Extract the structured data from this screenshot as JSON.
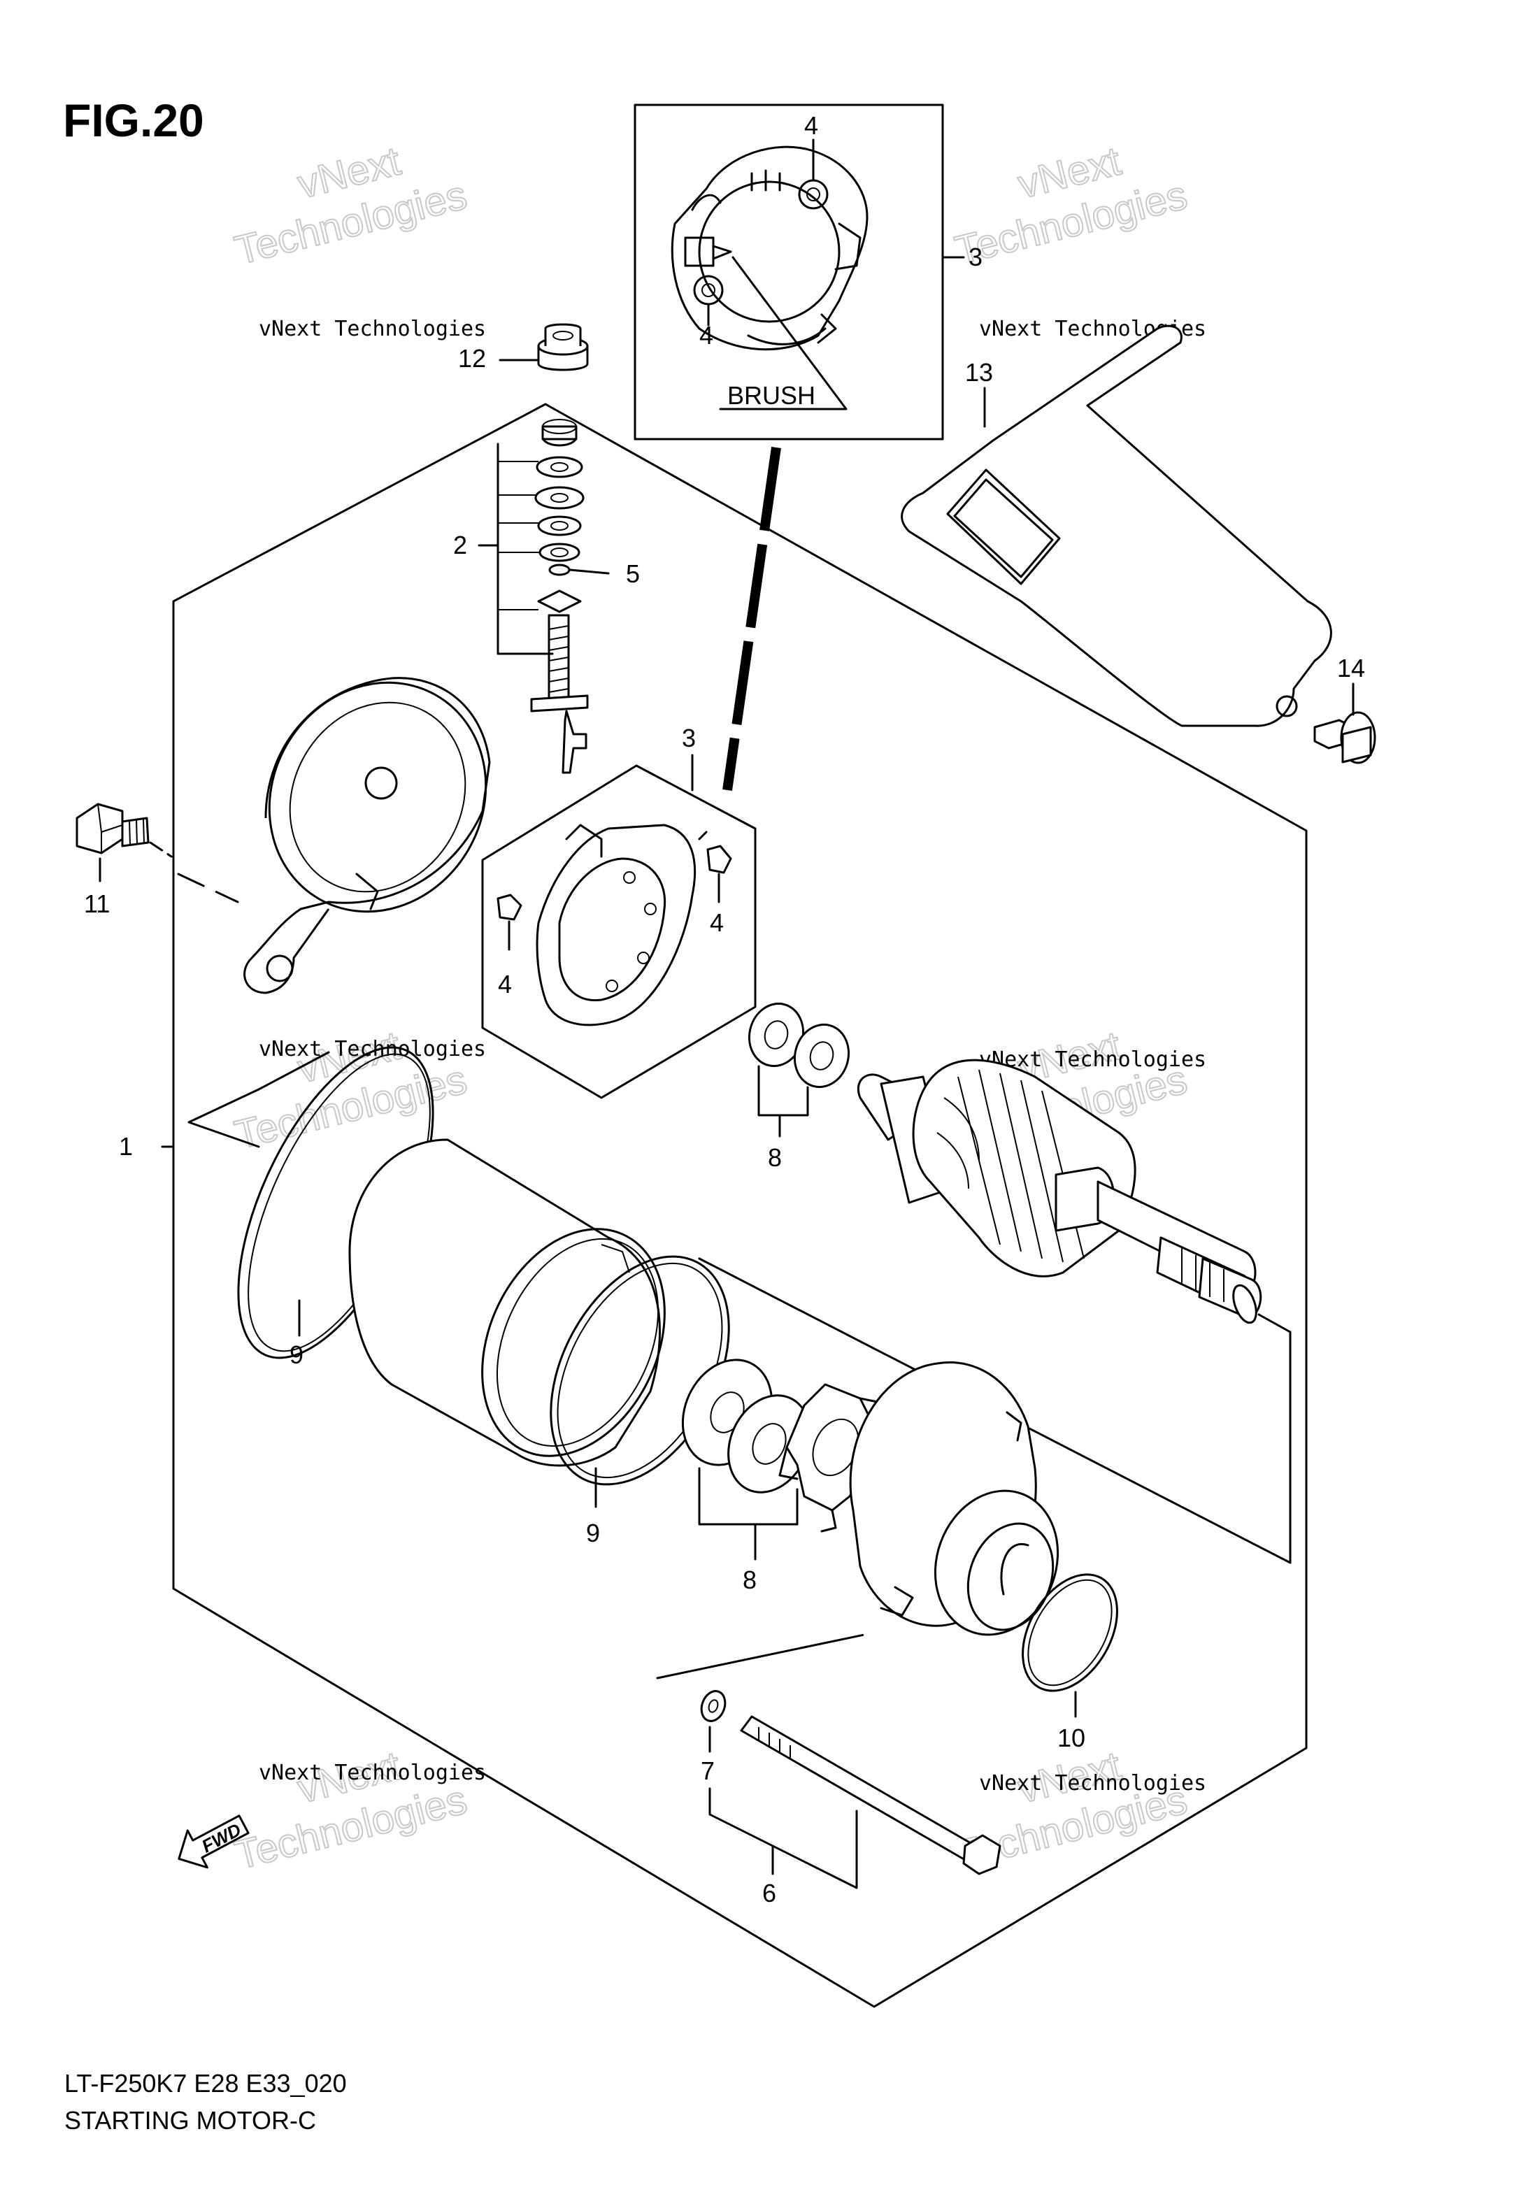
{
  "figure": {
    "title": "FIG.20",
    "model_code": "LT-F250K7  E28  E33_020",
    "caption": "STARTING MOTOR-C",
    "fwd_arrow": "FWD"
  },
  "callouts": {
    "c1": "1",
    "c2": "2",
    "c3_top": "3",
    "c3_mid": "3",
    "c4_a": "4",
    "c4_b": "4",
    "c4_c": "4",
    "c4_d": "4",
    "c5": "5",
    "c6": "6",
    "c7": "7",
    "c8_a": "8",
    "c8_b": "8",
    "c9_a": "9",
    "c9_b": "9",
    "c10": "10",
    "c11": "11",
    "c12": "12",
    "c13": "13",
    "c14": "14"
  },
  "inset": {
    "brush_label": "BRUSH"
  },
  "watermarks": [
    {
      "line1": "vNext Technologies",
      "line2": "vNext",
      "line3": "Technologies"
    },
    {
      "line1": "vNext Technologies",
      "line2": "vNext",
      "line3": "Technologies"
    },
    {
      "line1": "vNext Technologies",
      "line2": "vNext",
      "line3": "Technologies"
    },
    {
      "line1": "vNext Technologies",
      "line2": "vNext",
      "line3": "Technologies"
    },
    {
      "line1": "vNext Technologies",
      "line2": "vNext",
      "line3": "Technologies"
    },
    {
      "line1": "vNext Technologies",
      "line2": "vNext",
      "line3": "Technologies"
    }
  ]
}
